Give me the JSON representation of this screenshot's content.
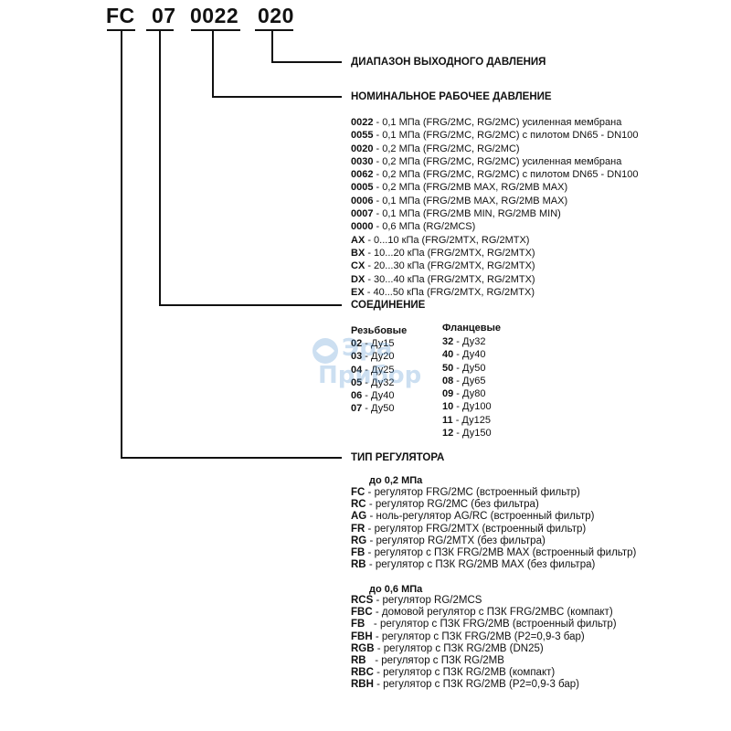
{
  "code": {
    "parts": [
      "FC",
      "07",
      "0022",
      "020"
    ]
  },
  "sections": {
    "output_range": {
      "title": "ДИАПАЗОН ВЫХОДНОГО ДАВЛЕНИЯ"
    },
    "nominal_pressure": {
      "title": "НОМИНАЛЬНОЕ РАБОЧЕЕ ДАВЛЕНИЕ",
      "items": [
        {
          "code": "0022",
          "text": " - 0,1 МПа (FRG/2MC, RG/2MC) усиленная мембрана"
        },
        {
          "code": "0055",
          "text": " - 0,1 МПа (FRG/2MC, RG/2MC) с пилотом DN65 - DN100"
        },
        {
          "code": "0020",
          "text": " - 0,2 МПа (FRG/2MC, RG/2MC)"
        },
        {
          "code": "0030",
          "text": " - 0,2 МПа (FRG/2MC, RG/2MC) усиленная мембрана"
        },
        {
          "code": "0062",
          "text": " - 0,2 МПа (FRG/2MC, RG/2MC) с пилотом DN65 - DN100"
        },
        {
          "code": "0005",
          "text": " - 0,2 МПа (FRG/2MB MAX, RG/2MB MAX)"
        },
        {
          "code": "0006",
          "text": " - 0,1 МПа (FRG/2MB MAX, RG/2MB MAX)"
        },
        {
          "code": "0007",
          "text": " - 0,1 МПа (FRG/2MB MIN, RG/2MB MIN)"
        },
        {
          "code": "0000",
          "text": " - 0,6 МПа (RG/2MCS)"
        },
        {
          "code": "AX",
          "text": " - 0...10 кПа (FRG/2MTX, RG/2MTX)"
        },
        {
          "code": "BX",
          "text": " - 10...20 кПа (FRG/2MTX, RG/2MTX)"
        },
        {
          "code": "CX",
          "text": " - 20...30 кПа (FRG/2MTX, RG/2MTX)"
        },
        {
          "code": "DX",
          "text": " - 30...40 кПа (FRG/2MTX, RG/2MTX)"
        },
        {
          "code": "EX",
          "text": " - 40...50 кПа (FRG/2MTX, RG/2MTX)"
        }
      ]
    },
    "connection": {
      "title": "СОЕДИНЕНИЕ",
      "threaded": {
        "title": "Резьбовые",
        "items": [
          {
            "code": "02",
            "text": " - Ду15"
          },
          {
            "code": "03",
            "text": " - Ду20"
          },
          {
            "code": "04",
            "text": " - Ду25"
          },
          {
            "code": "05",
            "text": " - Ду32"
          },
          {
            "code": "06",
            "text": " - Ду40"
          },
          {
            "code": "07",
            "text": " - Ду50"
          }
        ]
      },
      "flanged": {
        "title": "Фланцевые",
        "items": [
          {
            "code": "32",
            "text": " - Ду32"
          },
          {
            "code": "40",
            "text": " - Ду40"
          },
          {
            "code": "50",
            "text": " - Ду50"
          },
          {
            "code": "08",
            "text": " - Ду65"
          },
          {
            "code": "09",
            "text": " - Ду80"
          },
          {
            "code": "10",
            "text": " - Ду100"
          },
          {
            "code": "11",
            "text": " - Ду125"
          },
          {
            "code": "12",
            "text": " - Ду150"
          }
        ]
      }
    },
    "regulator_type": {
      "title": "ТИП РЕГУЛЯТОРА",
      "group1": {
        "title": "до 0,2 МПа",
        "items": [
          {
            "code": "FC",
            "text": " - регулятор FRG/2MC (встроенный фильтр)"
          },
          {
            "code": "RC",
            "text": " - регулятор RG/2MC (без фильтра)"
          },
          {
            "code": "AG",
            "text": " - ноль-регулятор AG/RC (встроенный фильтр)"
          },
          {
            "code": "FR",
            "text": " - регулятор FRG/2MTX (встроенный фильтр)"
          },
          {
            "code": "RG",
            "text": " - регулятор RG/2MTX (без фильтра)"
          },
          {
            "code": "FB",
            "text": " - регулятор с ПЗК FRG/2MB MAX (встроенный фильтр)"
          },
          {
            "code": "RB",
            "text": " - регулятор с ПЗК RG/2MB MAX (без фильтра)"
          }
        ]
      },
      "group2": {
        "title": "до 0,6 МПа",
        "items": [
          {
            "code": "RCS",
            "text": " - регулятор RG/2MCS"
          },
          {
            "code": "FBC",
            "text": " - домовой регулятор с ПЗК FRG/2MBC (компакт)"
          },
          {
            "code": "FB",
            "text": "   - регулятор с ПЗК FRG/2MB (встроенный фильтр)"
          },
          {
            "code": "FBH",
            "text": " - регулятор с ПЗК FRG/2MB (P2=0,9-3 бар)"
          },
          {
            "code": "RGB",
            "text": " - регулятор с ПЗК RG/2MB (DN25)"
          },
          {
            "code": "RB",
            "text": "   - регулятор с ПЗК RG/2MB"
          },
          {
            "code": "RBC",
            "text": " - регулятор с ПЗК RG/2MB (компакт)"
          },
          {
            "code": "RBH",
            "text": " - регулятор с ПЗК RG/2MB (P2=0,9-3 бар)"
          }
        ]
      }
    }
  },
  "watermark": {
    "line1": "Эра",
    "line2": "Прибор"
  },
  "colors": {
    "text": "#111111",
    "line": "#111111",
    "watermark": "#4a8fd0"
  }
}
